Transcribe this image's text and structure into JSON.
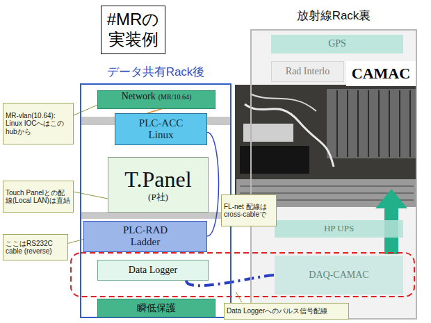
{
  "diagram": {
    "title": "#MRの 実装例",
    "nodes": [
      {
        "text": [
          "データ共有Rack後"
        ]
      },
      {
        "text": [
          "Network",
          "(MR/10.64)"
        ],
        "in": 0
      },
      {
        "text": [
          "PLC-ACC Linux"
        ],
        "in": 0
      },
      {
        "text": [
          "T.Panel",
          "(P社)"
        ],
        "in": 0
      },
      {
        "text": [
          "PLC-RAD Ladder"
        ],
        "in": 0
      },
      {
        "text": [
          "Data Logger"
        ],
        "in": 0
      },
      {
        "text": [
          "瞬低保護"
        ],
        "in": 0
      },
      {
        "text": [
          "放射線Rack裏"
        ]
      },
      {
        "text": [
          "GPS"
        ],
        "in": 7
      },
      {
        "text": [
          "Rad Interlo"
        ],
        "in": 7
      },
      {
        "text": [
          "CAMAC"
        ],
        "in": 7
      },
      {
        "text": [
          "HP UPS"
        ],
        "in": 7
      },
      {
        "text": [
          "DAQ-CAMAC"
        ],
        "in": 7
      },
      {
        "text": [
          "MR-vlan(10.64): Linux IOCへはこのhubから"
        ]
      },
      {
        "text": [
          "Touch Panelとの配線(Local LAN)は直結"
        ]
      },
      {
        "text": [
          "ここはRS232C cable (reverse)"
        ]
      },
      {
        "text": [
          "FL-net 配線は cross-cableで"
        ]
      },
      {
        "text": [
          "Data Loggerへのパルス信号配線"
        ]
      }
    ],
    "edges": [
      {
        "from": 1,
        "to": 2,
        "arrow": "none"
      },
      {
        "from": 2,
        "to": 4,
        "arrow": "none"
      },
      {
        "from": 5,
        "to": 12,
        "arrow": "none"
      },
      {
        "from": 13,
        "to": 1,
        "arrow": "none"
      },
      {
        "from": 14,
        "to": 3,
        "arrow": "none"
      },
      {
        "from": 15,
        "to": 4,
        "arrow": "none"
      }
    ]
  }
}
